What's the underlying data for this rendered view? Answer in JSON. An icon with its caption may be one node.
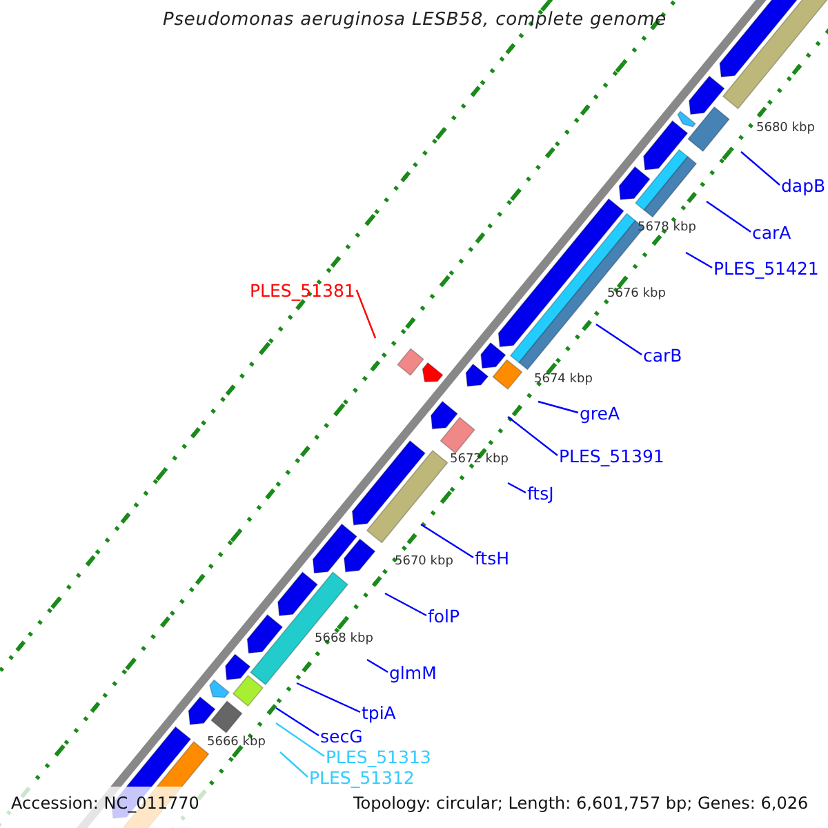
{
  "diagram": {
    "title": "Pseudomonas aeruginosa LESB58, complete genome",
    "nodes": [
      {
        "text": [
          "dapB"
        ]
      },
      {
        "text": [
          "carA"
        ]
      },
      {
        "text": [
          "PLES_51421"
        ]
      },
      {
        "text": [
          "PLES_51381"
        ]
      },
      {
        "text": [
          "carB"
        ]
      },
      {
        "text": [
          "greA"
        ]
      },
      {
        "text": [
          "PLES_51391"
        ]
      },
      {
        "text": [
          "ftsJ"
        ]
      },
      {
        "text": [
          "ftsH"
        ]
      },
      {
        "text": [
          "folP"
        ]
      },
      {
        "text": [
          "glmM"
        ]
      },
      {
        "text": [
          "tpiA"
        ]
      },
      {
        "text": [
          "secG"
        ]
      },
      {
        "text": [
          "PLES_51313"
        ]
      },
      {
        "text": [
          "PLES_51312"
        ]
      }
    ],
    "edges": [
      {
        "from": 0,
        "to": null,
        "arrow": "none"
      },
      {
        "from": 1,
        "to": null,
        "arrow": "none"
      },
      {
        "from": 2,
        "to": null,
        "arrow": "none"
      },
      {
        "from": 3,
        "to": null,
        "arrow": "none",
        "color": "#ff0000"
      },
      {
        "from": 4,
        "to": null,
        "arrow": "none"
      },
      {
        "from": 5,
        "to": null,
        "arrow": "none"
      },
      {
        "from": 6,
        "to": null,
        "arrow": "none"
      },
      {
        "from": 7,
        "to": null,
        "arrow": "none"
      },
      {
        "from": 8,
        "to": null,
        "arrow": "none"
      },
      {
        "from": 9,
        "to": null,
        "arrow": "none"
      },
      {
        "from": 10,
        "to": null,
        "arrow": "none"
      },
      {
        "from": 11,
        "to": null,
        "arrow": "none"
      },
      {
        "from": 12,
        "to": null,
        "arrow": "none"
      },
      {
        "from": 13,
        "to": null,
        "arrow": "none",
        "color": "#33ccff"
      },
      {
        "from": 14,
        "to": null,
        "arrow": "none",
        "color": "#33ccff"
      }
    ],
    "labels": [
      "5680 kbp",
      "5678 kbp",
      "5676 kbp",
      "5674 kbp",
      "5672 kbp",
      "5670 kbp",
      "5668 kbp",
      "5666 kbp",
      "Accession: NC_011770",
      "Topology: circular; Length: 6,601,757 bp; Genes: 6,026"
    ]
  }
}
